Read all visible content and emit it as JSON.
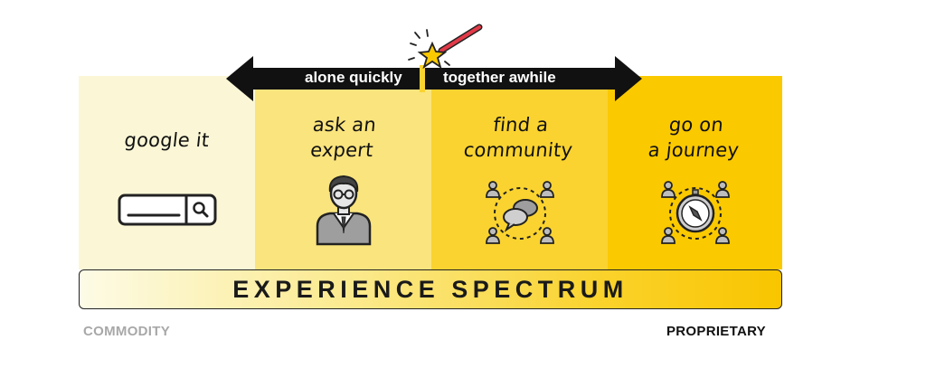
{
  "panels": [
    {
      "title_lines": [
        "google it"
      ],
      "icon": "search-bar-icon",
      "color": "#fbf7d6"
    },
    {
      "title_lines": [
        "ask an",
        "expert"
      ],
      "icon": "expert-person-icon",
      "color": "#fae47d"
    },
    {
      "title_lines": [
        "find a",
        "community"
      ],
      "icon": "community-chat-icon",
      "color": "#fad330"
    },
    {
      "title_lines": [
        "go on",
        "a journey"
      ],
      "icon": "compass-group-icon",
      "color": "#fbc900"
    }
  ],
  "arrow": {
    "left_label": "alone quickly",
    "right_label": "together awhile"
  },
  "banner": {
    "text": "EXPERIENCE SPECTRUM"
  },
  "ends": {
    "left": "COMMODITY",
    "right": "PROPRIETARY"
  },
  "colors": {
    "left_end": "#a8a8a8",
    "right_end": "#111111",
    "arrow": "#111111"
  }
}
